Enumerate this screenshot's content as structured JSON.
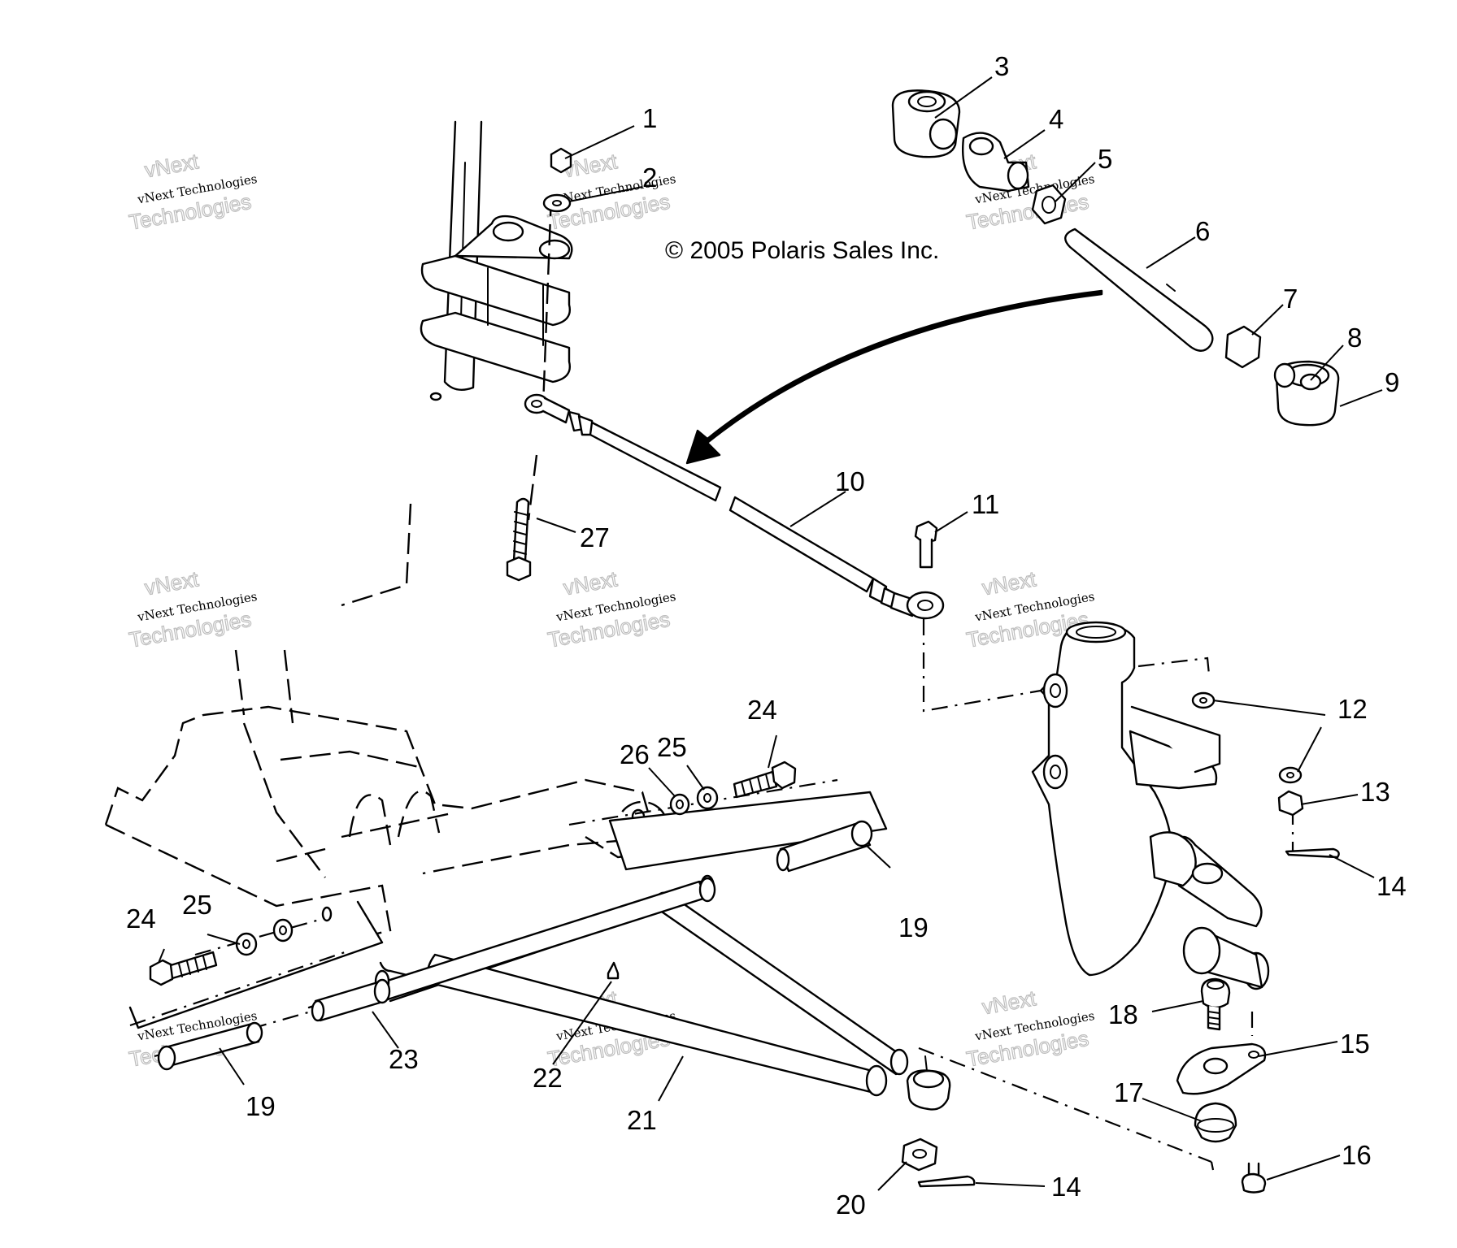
{
  "copyright": "© 2005 Polaris Sales Inc.",
  "watermark": {
    "line1": "vNext",
    "line2": "vNext Technologies",
    "line3": "Technologies"
  },
  "callouts": {
    "c1": "1",
    "c2": "2",
    "c3": "3",
    "c4": "4",
    "c5": "5",
    "c6": "6",
    "c7": "7",
    "c8": "8",
    "c9": "9",
    "c10": "10",
    "c11": "11",
    "c12": "12",
    "c13": "13",
    "c14a": "14",
    "c14b": "14",
    "c15": "15",
    "c16": "16",
    "c17": "17",
    "c18": "18",
    "c19a": "19",
    "c19b": "19",
    "c20": "20",
    "c21": "21",
    "c22": "22",
    "c23": "23",
    "c24a": "24",
    "c24b": "24",
    "c25a": "25",
    "c25b": "25",
    "c26": "26",
    "c27": "27"
  }
}
